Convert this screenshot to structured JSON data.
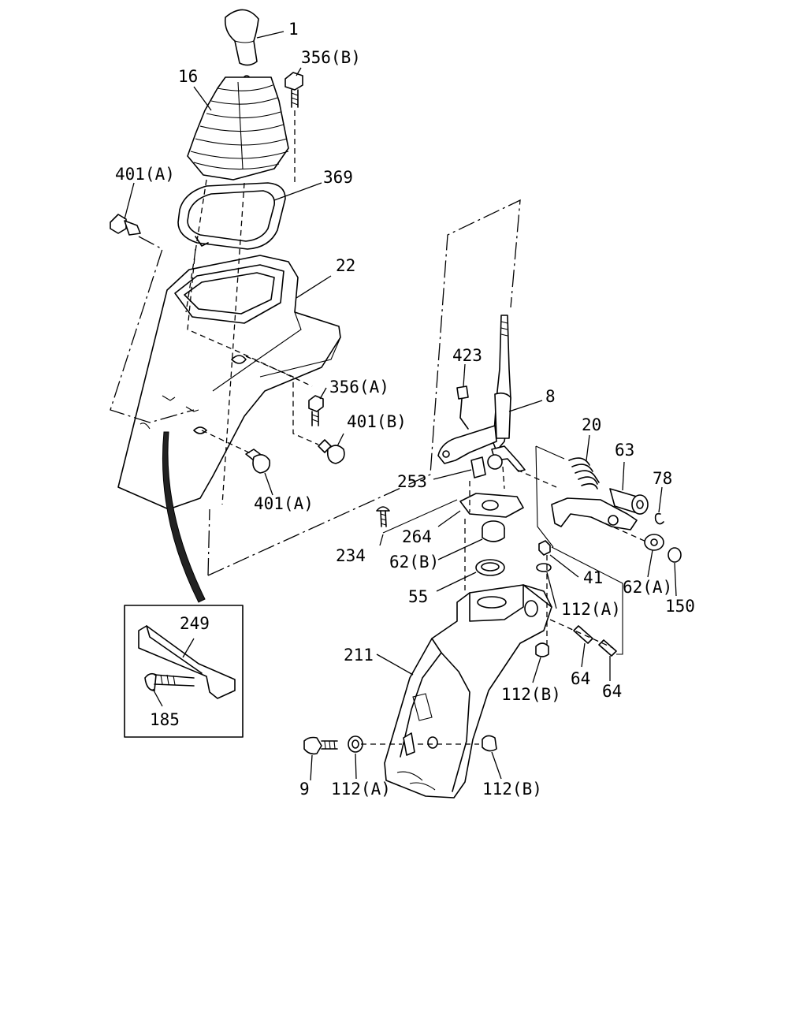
{
  "callouts": {
    "p1": "1",
    "p16": "16",
    "p356b": "356(B)",
    "p401a_top": "401(A)",
    "p369": "369",
    "p22": "22",
    "p356a": "356(A)",
    "p401b": "401(B)",
    "p401a_bottom": "401(A)",
    "p423": "423",
    "p8": "8",
    "p20": "20",
    "p63": "63",
    "p78": "78",
    "p253": "253",
    "p264": "264",
    "p234": "234",
    "p62b": "62(B)",
    "p41": "41",
    "p62a": "62(A)",
    "p150": "150",
    "p55": "55",
    "p112a_right": "112(A)",
    "p211": "211",
    "p112b_right": "112(B)",
    "p64_left": "64",
    "p64_right": "64",
    "p249": "249",
    "p185": "185",
    "p9": "9",
    "p112a_bottom": "112(A)",
    "p112b_bottom": "112(B)"
  }
}
